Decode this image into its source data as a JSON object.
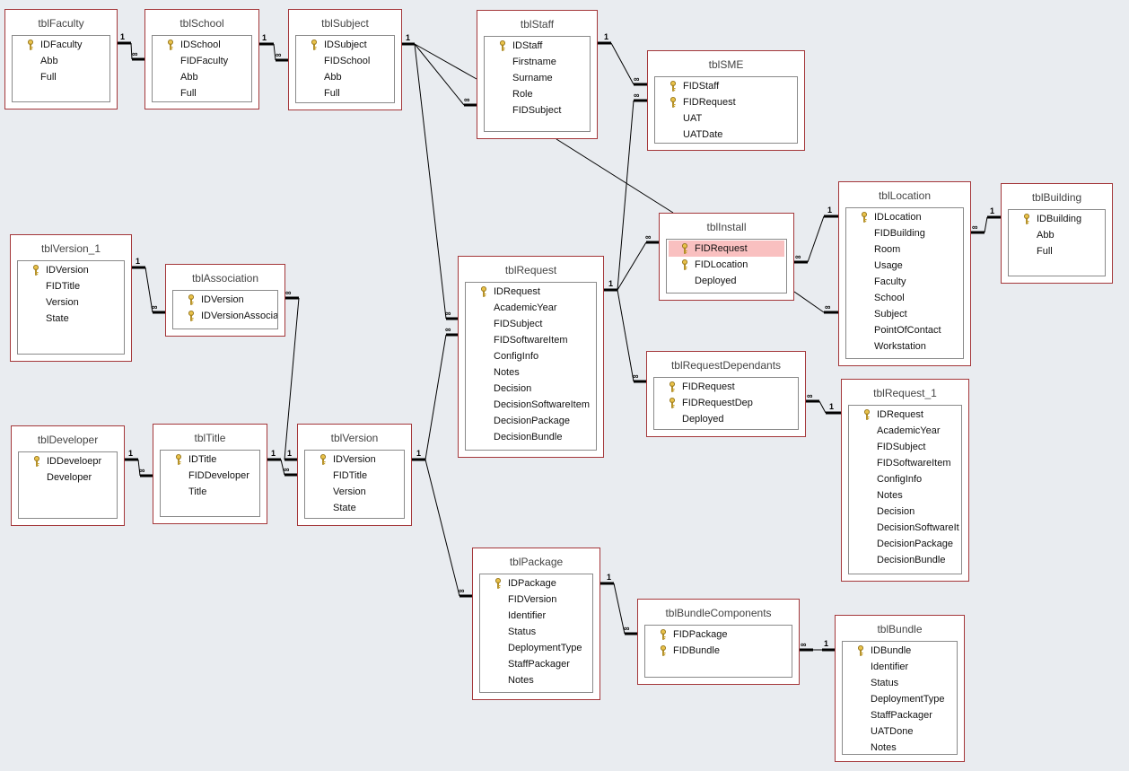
{
  "tables": [
    {
      "name": "tblFaculty",
      "fields": [
        {
          "n": "IDFaculty",
          "key": true
        },
        {
          "n": "Abb"
        },
        {
          "n": "Full"
        }
      ]
    },
    {
      "name": "tblSchool",
      "fields": [
        {
          "n": "IDSchool",
          "key": true
        },
        {
          "n": "FIDFaculty"
        },
        {
          "n": "Abb"
        },
        {
          "n": "Full"
        }
      ]
    },
    {
      "name": "tblSubject",
      "fields": [
        {
          "n": "IDSubject",
          "key": true
        },
        {
          "n": "FIDSchool"
        },
        {
          "n": "Abb"
        },
        {
          "n": "Full"
        }
      ]
    },
    {
      "name": "tblStaff",
      "fields": [
        {
          "n": "IDStaff",
          "key": true
        },
        {
          "n": "Firstname"
        },
        {
          "n": "Surname"
        },
        {
          "n": "Role"
        },
        {
          "n": "FIDSubject"
        }
      ]
    },
    {
      "name": "tblSME",
      "fields": [
        {
          "n": "FIDStaff",
          "key": true
        },
        {
          "n": "FIDRequest",
          "key": true
        },
        {
          "n": "UAT"
        },
        {
          "n": "UATDate"
        }
      ]
    },
    {
      "name": "tblInstall",
      "fields": [
        {
          "n": "FIDRequest",
          "key": true,
          "selected": true
        },
        {
          "n": "FIDLocation",
          "key": true
        },
        {
          "n": "Deployed"
        }
      ]
    },
    {
      "name": "tblLocation",
      "fields": [
        {
          "n": "IDLocation",
          "key": true
        },
        {
          "n": "FIDBuilding"
        },
        {
          "n": "Room"
        },
        {
          "n": "Usage"
        },
        {
          "n": "Faculty"
        },
        {
          "n": "School"
        },
        {
          "n": "Subject"
        },
        {
          "n": "PointOfContact"
        },
        {
          "n": "Workstation"
        }
      ]
    },
    {
      "name": "tblBuilding",
      "fields": [
        {
          "n": "IDBuilding",
          "key": true
        },
        {
          "n": "Abb"
        },
        {
          "n": "Full"
        }
      ]
    },
    {
      "name": "tblVersion_1",
      "fields": [
        {
          "n": "IDVersion",
          "key": true
        },
        {
          "n": "FIDTitle"
        },
        {
          "n": "Version"
        },
        {
          "n": "State"
        }
      ]
    },
    {
      "name": "tblAssociation",
      "fields": [
        {
          "n": "IDVersion",
          "key": true
        },
        {
          "n": "IDVersionAssocia",
          "key": true
        }
      ]
    },
    {
      "name": "tblRequest",
      "fields": [
        {
          "n": "IDRequest",
          "key": true
        },
        {
          "n": "AcademicYear"
        },
        {
          "n": "FIDSubject"
        },
        {
          "n": "FIDSoftwareItem"
        },
        {
          "n": "ConfigInfo"
        },
        {
          "n": "Notes"
        },
        {
          "n": "Decision"
        },
        {
          "n": "DecisionSoftwareItem"
        },
        {
          "n": "DecisionPackage"
        },
        {
          "n": "DecisionBundle"
        }
      ]
    },
    {
      "name": "tblRequestDependants",
      "fields": [
        {
          "n": "FIDRequest",
          "key": true
        },
        {
          "n": "FIDRequestDep",
          "key": true
        },
        {
          "n": "Deployed"
        }
      ]
    },
    {
      "name": "tblRequest_1",
      "fields": [
        {
          "n": "IDRequest",
          "key": true
        },
        {
          "n": "AcademicYear"
        },
        {
          "n": "FIDSubject"
        },
        {
          "n": "FIDSoftwareItem"
        },
        {
          "n": "ConfigInfo"
        },
        {
          "n": "Notes"
        },
        {
          "n": "Decision"
        },
        {
          "n": "DecisionSoftwareIt"
        },
        {
          "n": "DecisionPackage"
        },
        {
          "n": "DecisionBundle"
        }
      ]
    },
    {
      "name": "tblDeveloper",
      "fields": [
        {
          "n": "IDDeveloepr",
          "key": true
        },
        {
          "n": "Developer"
        }
      ]
    },
    {
      "name": "tblTitle",
      "fields": [
        {
          "n": "IDTitle",
          "key": true
        },
        {
          "n": "FIDDeveloper"
        },
        {
          "n": "Title"
        }
      ]
    },
    {
      "name": "tblVersion",
      "fields": [
        {
          "n": "IDVersion",
          "key": true
        },
        {
          "n": "FIDTitle"
        },
        {
          "n": "Version"
        },
        {
          "n": "State"
        }
      ]
    },
    {
      "name": "tblPackage",
      "fields": [
        {
          "n": "IDPackage",
          "key": true
        },
        {
          "n": "FIDVersion"
        },
        {
          "n": "Identifier"
        },
        {
          "n": "Status"
        },
        {
          "n": "DeploymentType"
        },
        {
          "n": "StaffPackager"
        },
        {
          "n": "Notes"
        }
      ]
    },
    {
      "name": "tblBundleComponents",
      "fields": [
        {
          "n": "FIDPackage",
          "key": true
        },
        {
          "n": "FIDBundle",
          "key": true
        }
      ]
    },
    {
      "name": "tblBundle",
      "fields": [
        {
          "n": "IDBundle",
          "key": true
        },
        {
          "n": "Identifier"
        },
        {
          "n": "Status"
        },
        {
          "n": "DeploymentType"
        },
        {
          "n": "StaffPackager"
        },
        {
          "n": "UATDone"
        },
        {
          "n": "Notes"
        }
      ]
    }
  ],
  "cardinality": {
    "one": "1",
    "many": "∞"
  },
  "colors": {
    "border": "#a4373a",
    "selected_row": "#f9c0c0",
    "background": "#e9ecf0"
  }
}
